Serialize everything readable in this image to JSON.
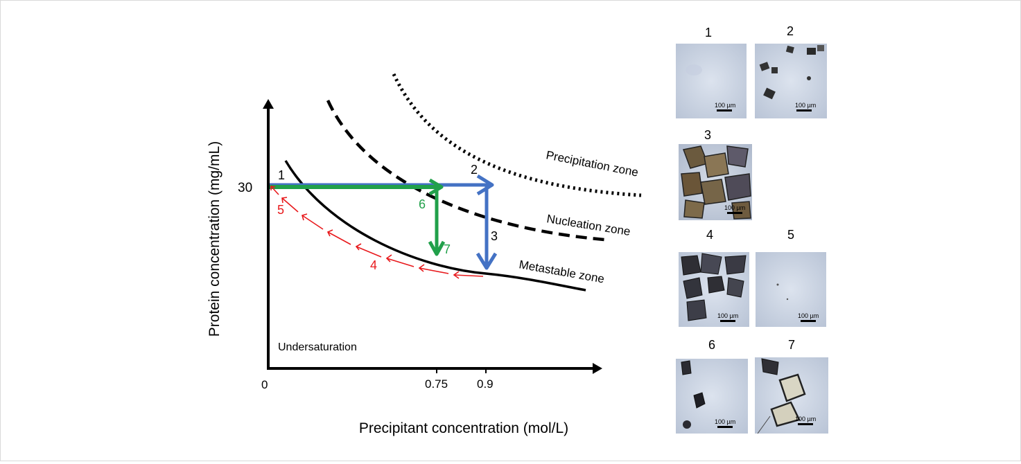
{
  "diagram": {
    "y_axis_label": "Protein concentration (mg/mL)",
    "x_axis_label": "Precipitant concentration (mol/L)",
    "y_tick": "30",
    "x_ticks": [
      "0",
      "0.75",
      "0.9"
    ],
    "zones": {
      "precipitation": "Precipitation zone",
      "nucleation": "Nucleation zone",
      "metastable": "Metastable zone",
      "undersaturation": "Undersaturation"
    },
    "path_labels": {
      "p1": "1",
      "p2": "2",
      "p3": "3",
      "p4": "4",
      "p5": "5",
      "p6": "6",
      "p7": "7"
    }
  },
  "micrographs": [
    {
      "label": "1",
      "scale": "100 µm"
    },
    {
      "label": "2",
      "scale": "100 µm"
    },
    {
      "label": "3",
      "scale": "100 µm"
    },
    {
      "label": "4",
      "scale": "100 µm"
    },
    {
      "label": "5",
      "scale": "100 µm"
    },
    {
      "label": "6",
      "scale": "100 µm"
    },
    {
      "label": "7",
      "scale": "100 µm"
    }
  ],
  "colors": {
    "blue": "#4472c4",
    "green": "#21a04a",
    "red": "#e8191c",
    "axis": "#000000"
  }
}
